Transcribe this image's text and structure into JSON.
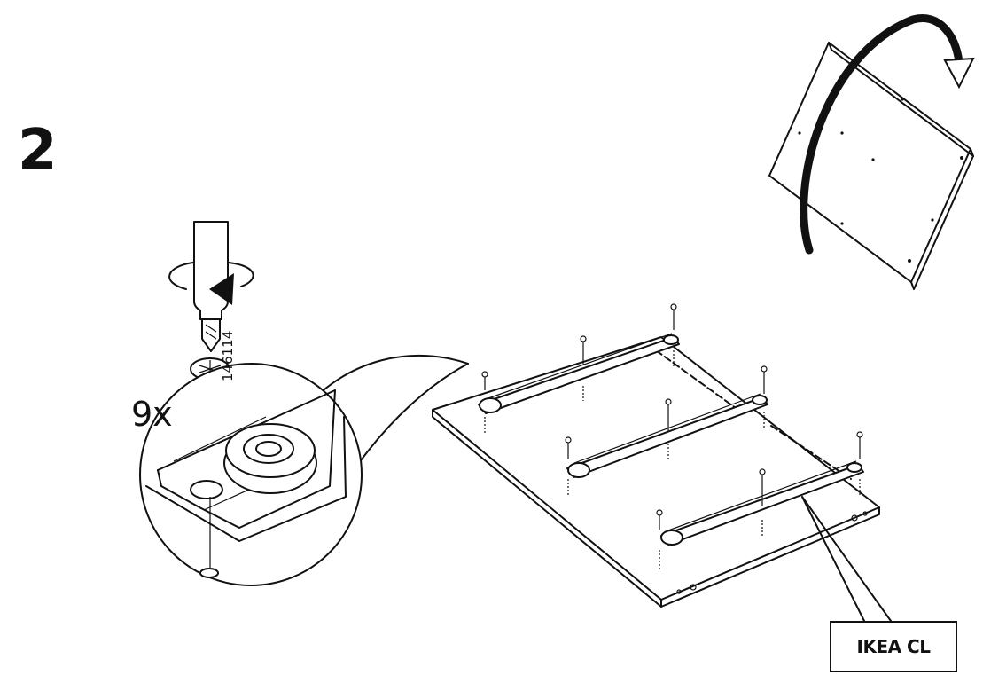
{
  "step": {
    "number": "2"
  },
  "fastener": {
    "quantity": "9x",
    "part_number": "146114"
  },
  "callout": {
    "label": "IKEA CL"
  },
  "icons": [
    "screwdriver-icon",
    "rotation-arrow-icon",
    "screw-icon",
    "flip-arrow-icon"
  ]
}
